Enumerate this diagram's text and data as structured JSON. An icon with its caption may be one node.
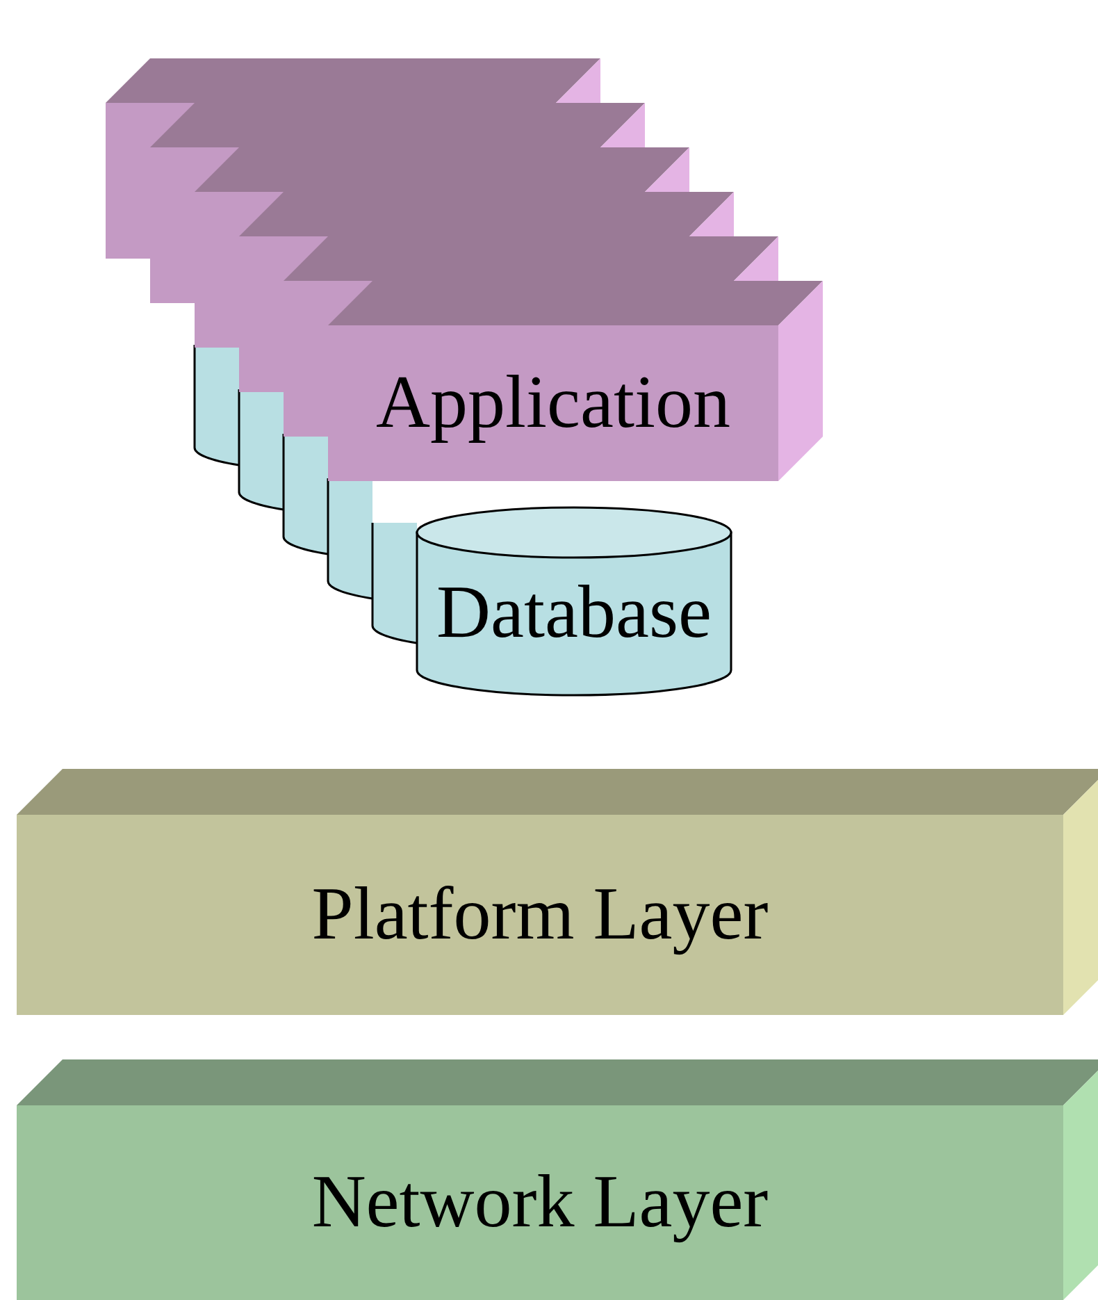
{
  "diagram": {
    "nodes": [
      {
        "text": [],
        "shape": "box"
      },
      {
        "text": [],
        "shape": "box"
      },
      {
        "text": [],
        "shape": "box"
      },
      {
        "text": [],
        "shape": "box"
      },
      {
        "text": [],
        "shape": "box"
      },
      {
        "text": [
          "Application"
        ]
      },
      {
        "text": [],
        "shape": "cylinder"
      },
      {
        "text": [],
        "shape": "cylinder"
      },
      {
        "text": [],
        "shape": "cylinder"
      },
      {
        "text": [],
        "shape": "cylinder"
      },
      {
        "text": [],
        "shape": "cylinder"
      },
      {
        "text": [
          "Database"
        ]
      },
      {
        "text": [
          "Platform Layer"
        ]
      },
      {
        "text": [
          "Network Layer"
        ]
      }
    ],
    "edges": []
  }
}
